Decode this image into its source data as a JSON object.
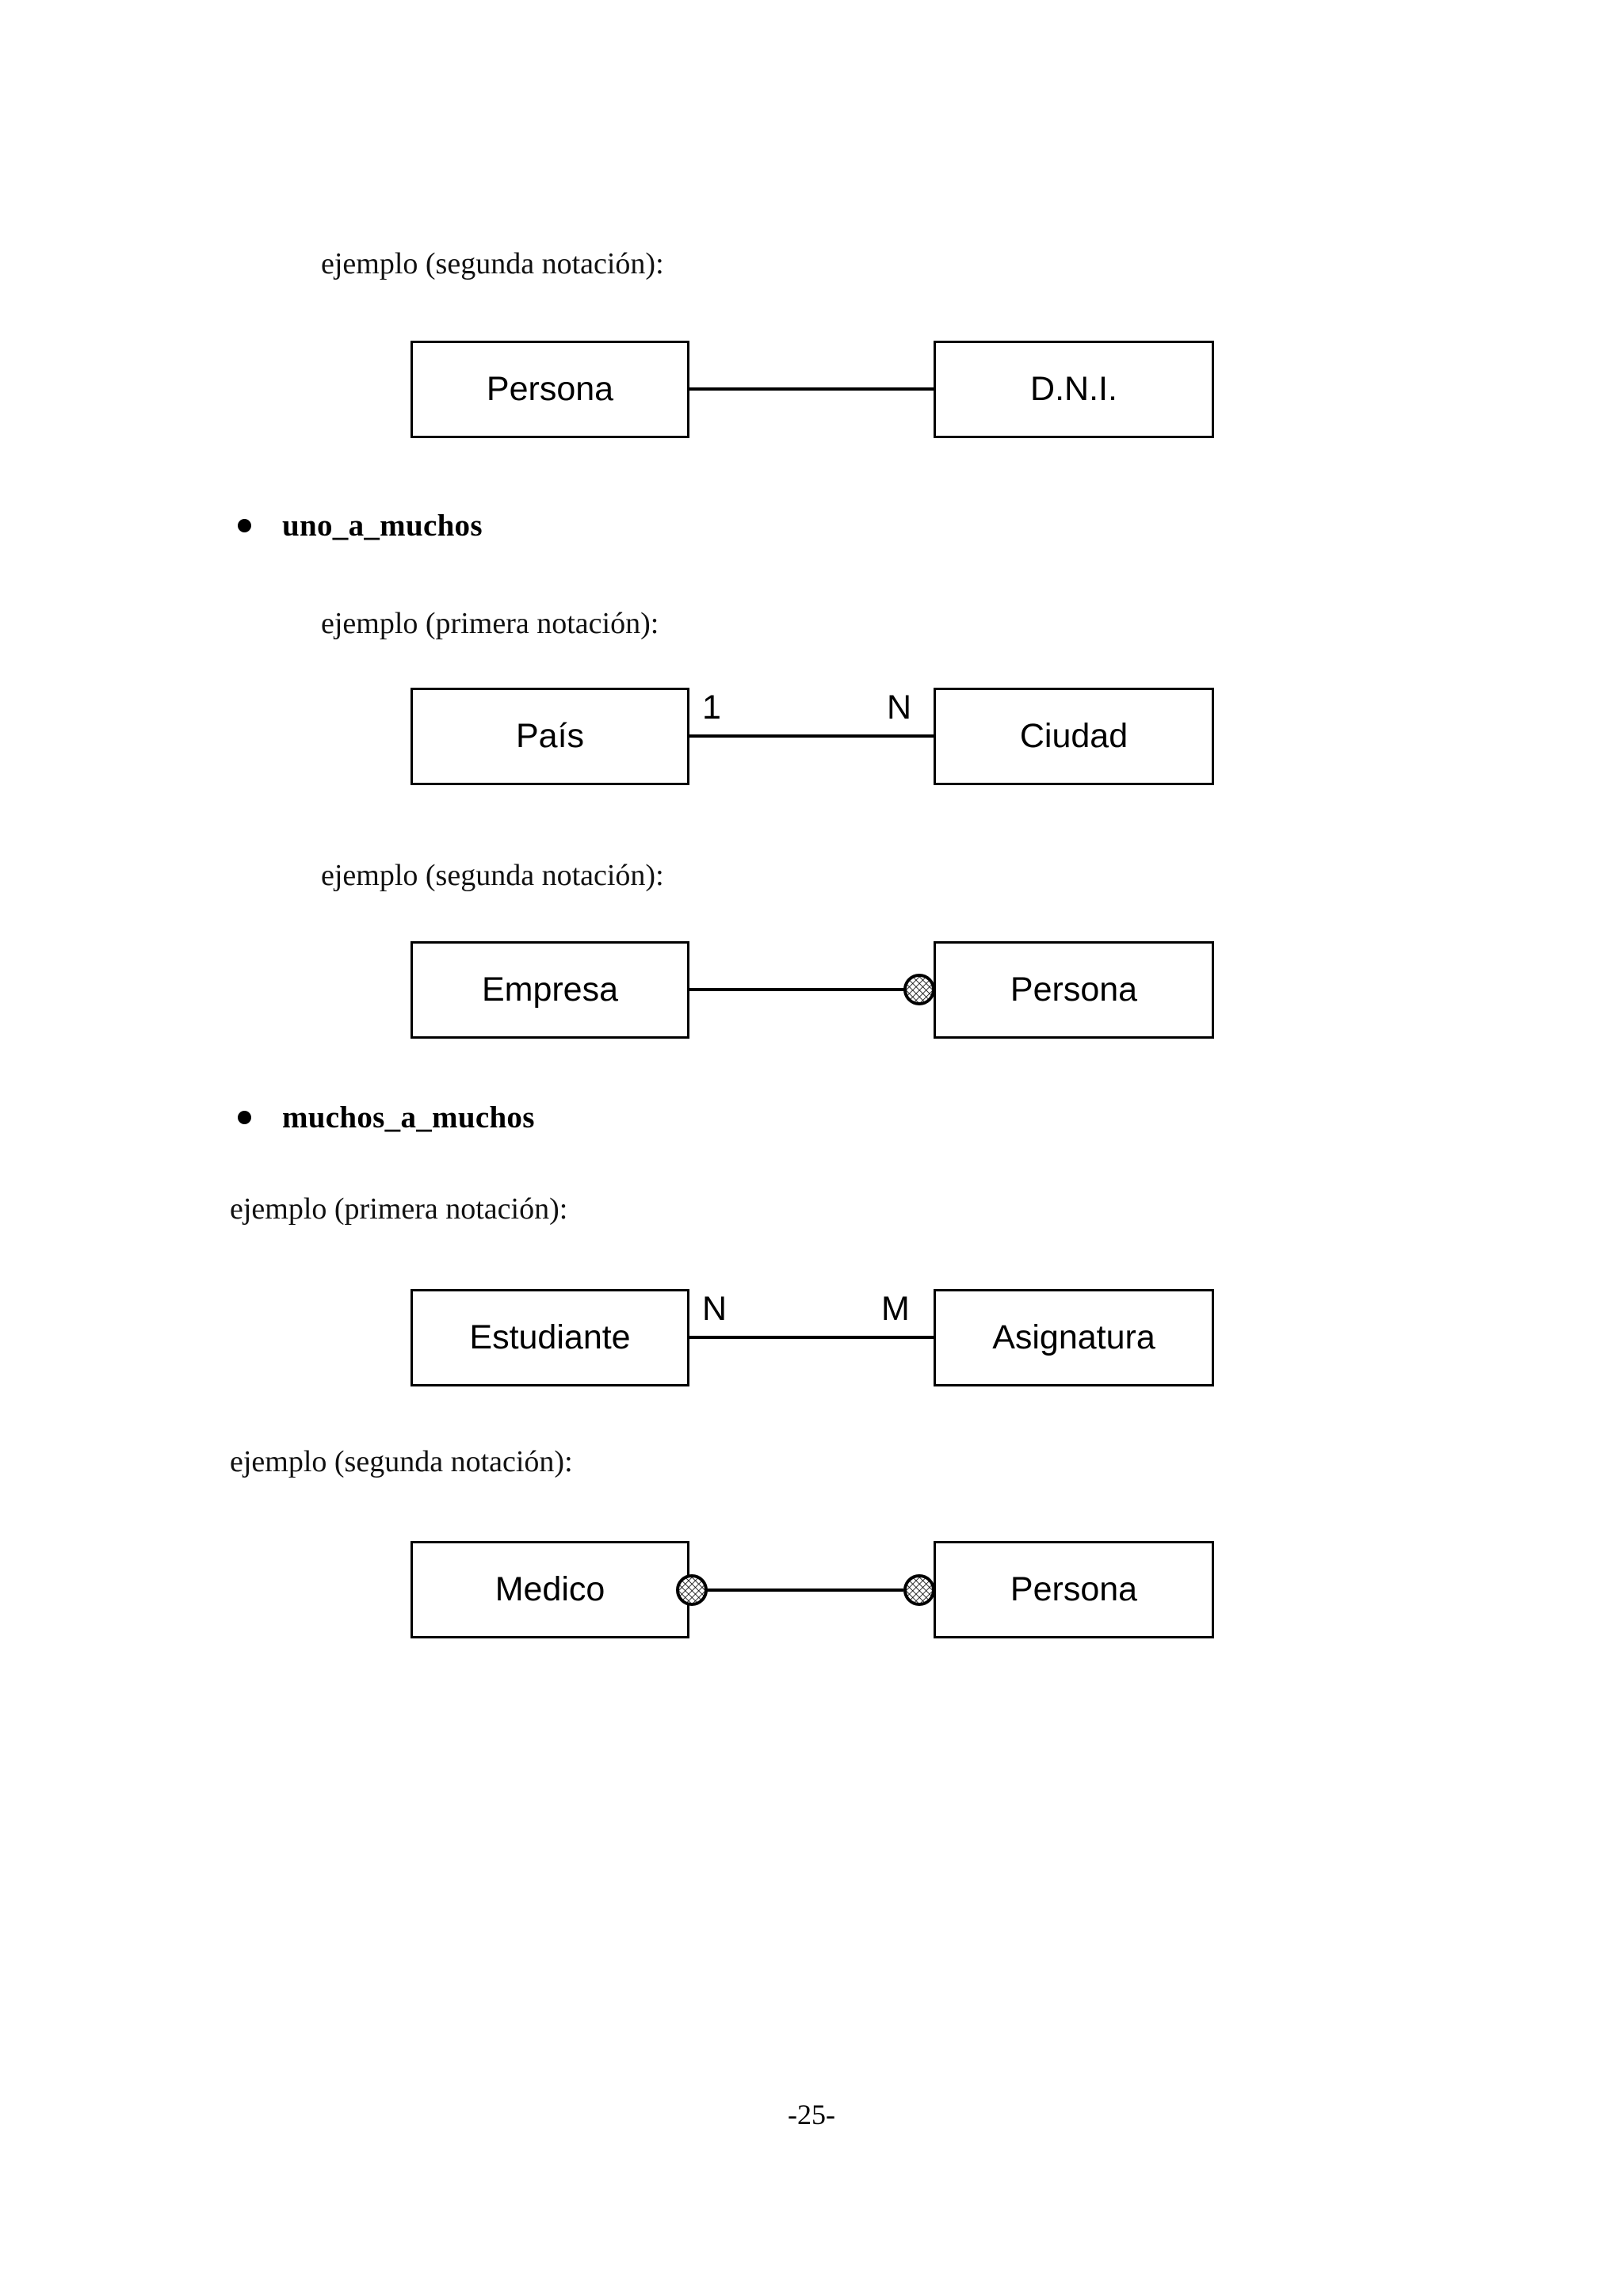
{
  "document": {
    "page_number": "-25-",
    "language": "es"
  },
  "sections": [
    {
      "caption": "ejemplo (segunda notación):",
      "diagram": {
        "left_entity": "Persona",
        "right_entity": "D.N.I.",
        "left_cardinality": "",
        "right_cardinality": "",
        "left_marker": "none",
        "right_marker": "none",
        "relationship": "uno_a_uno"
      }
    },
    {
      "bullet": "uno_a_muchos"
    },
    {
      "caption": "ejemplo (primera notación):",
      "diagram": {
        "left_entity": "País",
        "right_entity": "Ciudad",
        "left_cardinality": "1",
        "right_cardinality": "N",
        "left_marker": "none",
        "right_marker": "none",
        "relationship": "uno_a_muchos"
      }
    },
    {
      "caption": "ejemplo (segunda notación):",
      "diagram": {
        "left_entity": "Empresa",
        "right_entity": "Persona",
        "left_cardinality": "",
        "right_cardinality": "",
        "left_marker": "none",
        "right_marker": "crosshatch-circle",
        "relationship": "uno_a_muchos"
      }
    },
    {
      "bullet": "muchos_a_muchos"
    },
    {
      "caption": "ejemplo (primera notación):",
      "diagram": {
        "left_entity": "Estudiante",
        "right_entity": "Asignatura",
        "left_cardinality": "N",
        "right_cardinality": "M",
        "left_marker": "none",
        "right_marker": "none",
        "relationship": "muchos_a_muchos"
      }
    },
    {
      "caption": "ejemplo (segunda notación):",
      "diagram": {
        "left_entity": "Medico",
        "right_entity": "Persona",
        "left_cardinality": "",
        "right_cardinality": "",
        "left_marker": "crosshatch-circle",
        "right_marker": "crosshatch-circle",
        "relationship": "muchos_a_muchos"
      }
    }
  ],
  "colors": {
    "ink": "#000000",
    "paper": "#ffffff"
  }
}
